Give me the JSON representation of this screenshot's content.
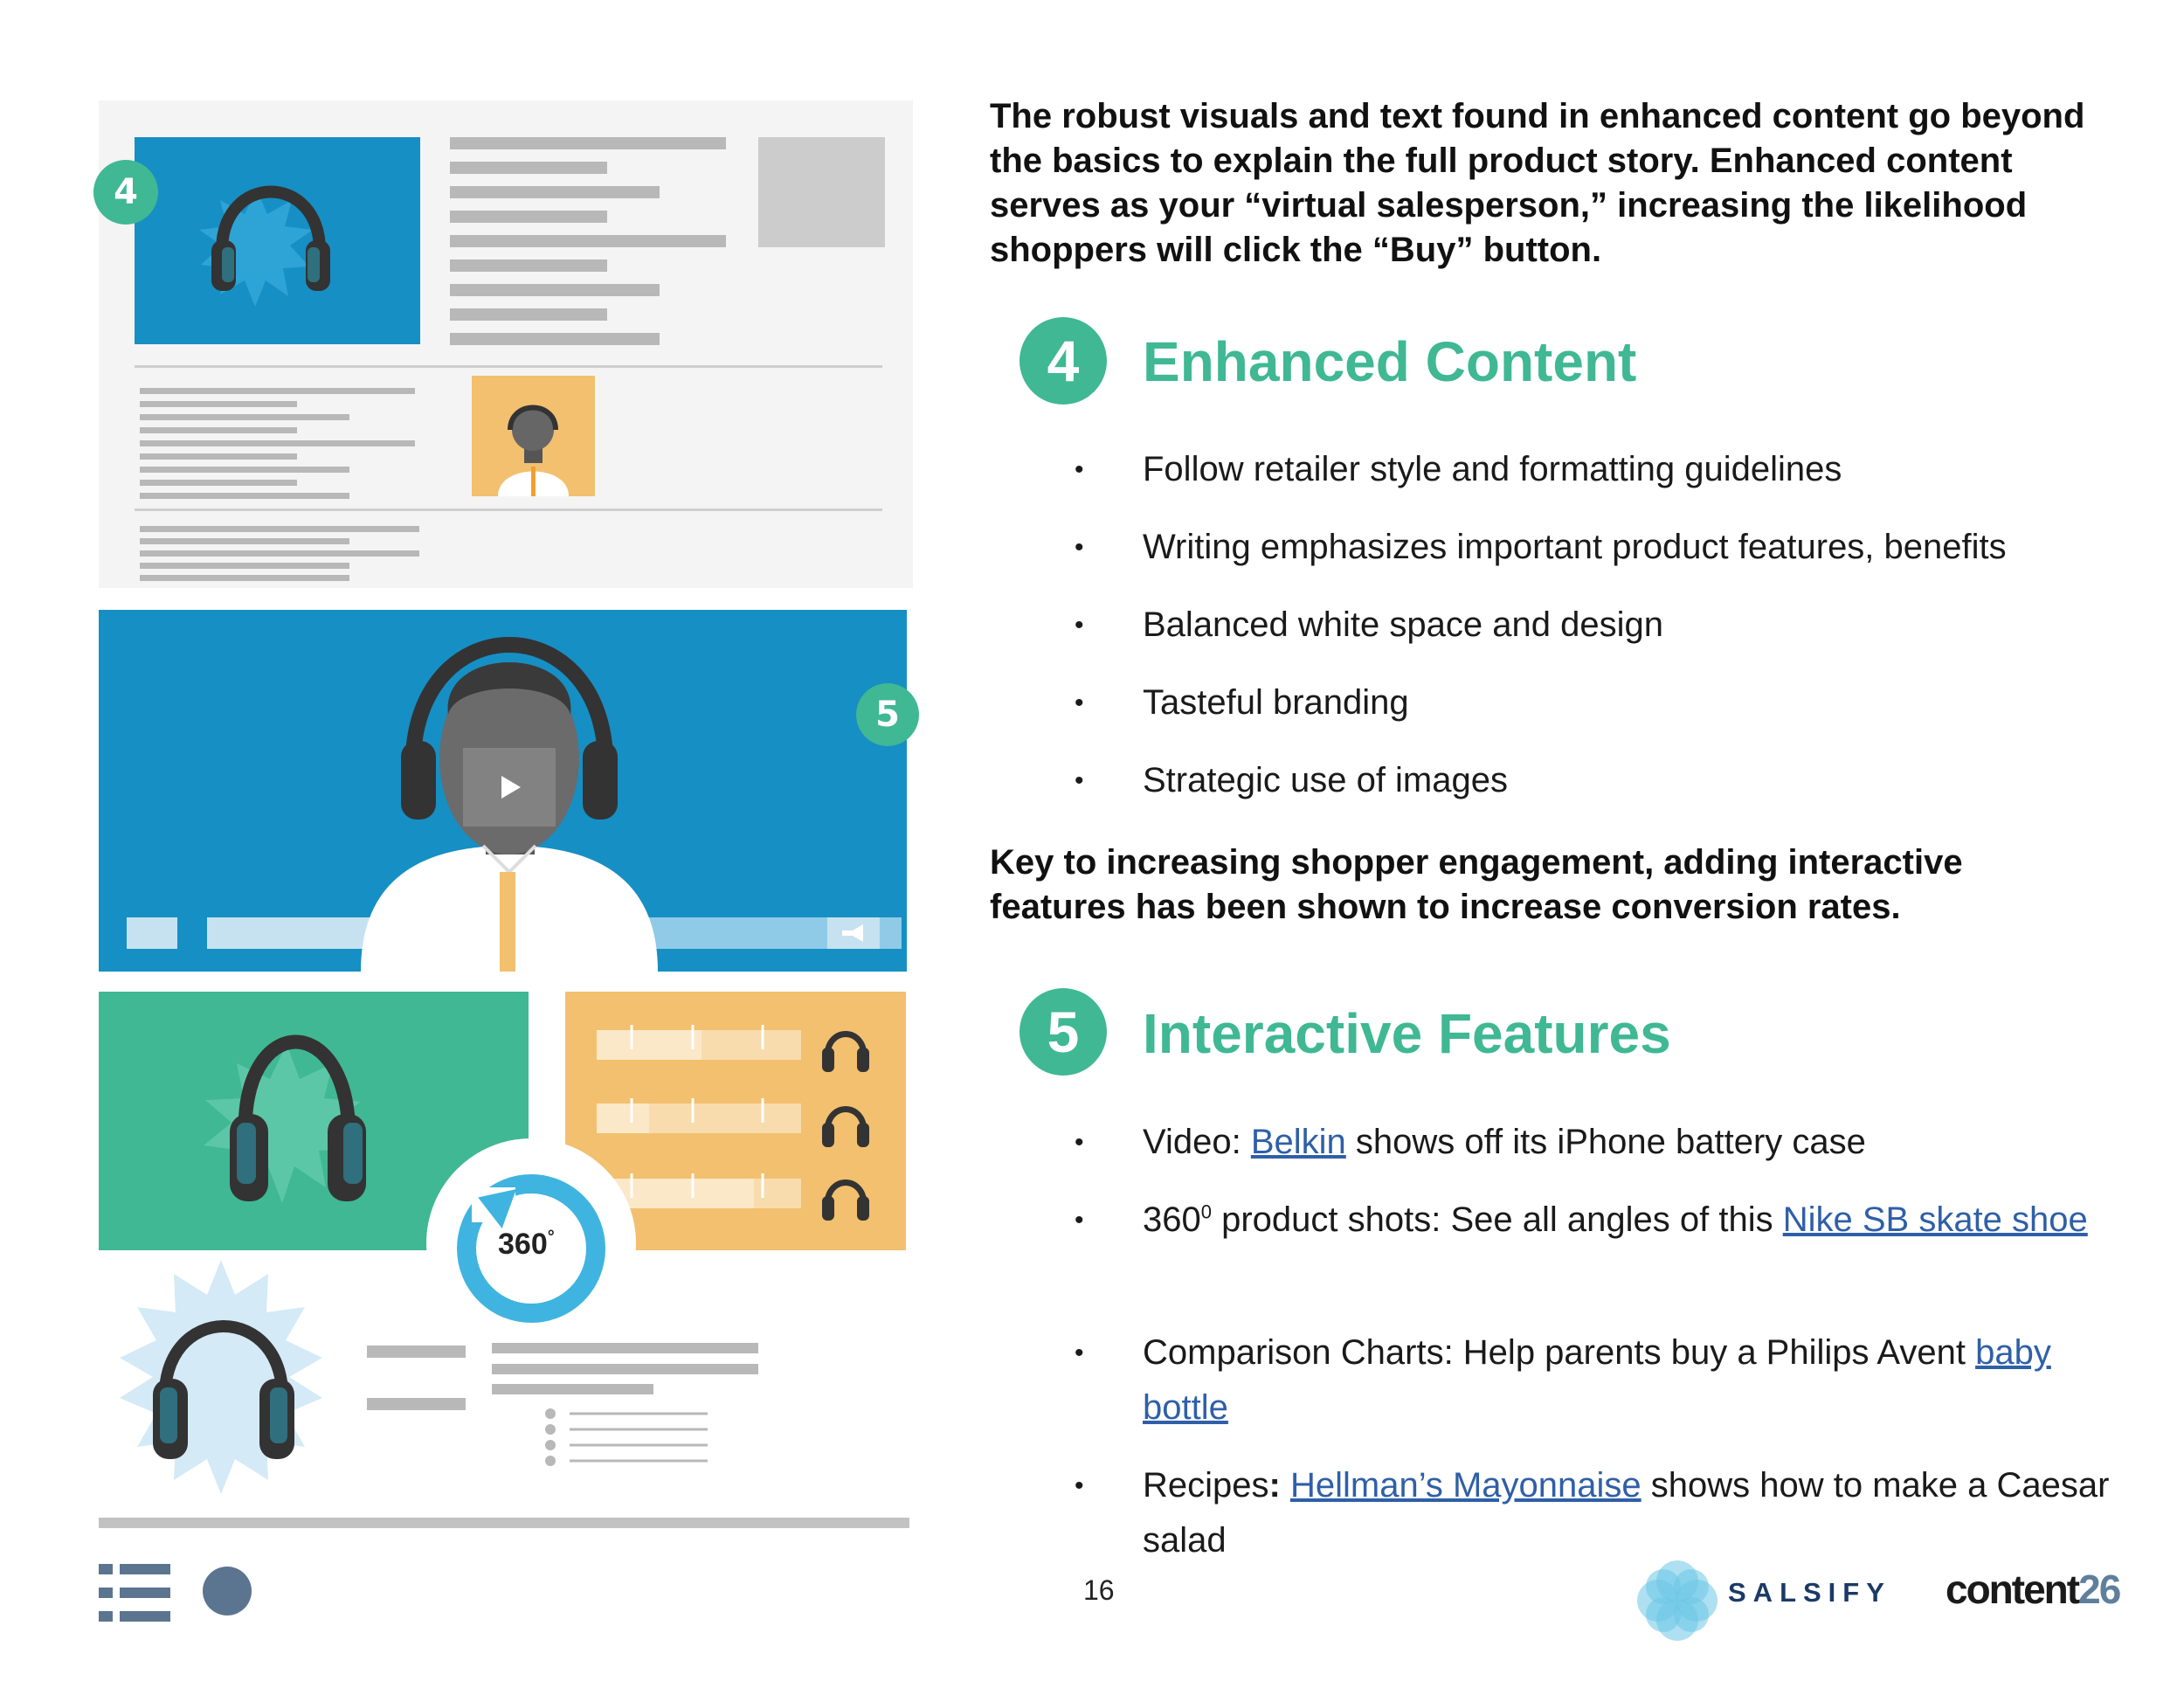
{
  "intro": "The robust visuals and text found in enhanced content go beyond the basics to explain the full product story. Enhanced content serves as your “virtual salesperson,” increasing the likelihood shoppers will click the “Buy” button.",
  "section4": {
    "number": "4",
    "title": "Enhanced Content",
    "bullets": [
      "Follow retailer style and formatting guidelines",
      "Writing emphasizes important product features, benefits",
      "Balanced white space and design",
      "Tasteful branding",
      "Strategic use of images"
    ]
  },
  "note": "Key to increasing shopper engagement, adding interactive features has been shown to increase conversion rates.",
  "section5": {
    "number": "5",
    "title": "Interactive Features",
    "b1": {
      "pre": "Video: ",
      "link": "Belkin",
      "post": " shows off its iPhone battery case"
    },
    "b2": {
      "pre": "360",
      "sup": "0",
      "mid": " product shots: See all angles of this ",
      "link": "Nike SB skate shoe"
    },
    "b3": {
      "pre": "Comparison Charts: Help parents buy a Philips Avent ",
      "link": "baby bottle"
    },
    "b4": {
      "pre": "Recipes",
      "colon": ":",
      "sp": " ",
      "link": "Hellman’s Mayonnaise",
      "post": " shows how to make a Caesar salad"
    }
  },
  "illustration": {
    "badge4": "4",
    "badge5": "5",
    "rotate_label": "360",
    "rotate_sup": "°"
  },
  "footer": {
    "page_number": "16",
    "salsify": "SALSIFY",
    "content": "content",
    "content_num": "26"
  },
  "colors": {
    "accent_green": "#3fb893",
    "blue": "#168fc4",
    "orange": "#f2c06f",
    "link": "#2f5fa8"
  },
  "icons": [
    "headphones-icon",
    "play-icon",
    "megaphone-icon",
    "rotate-360-icon",
    "list-menu-icon",
    "page-dot-icon",
    "salsify-flower-logo"
  ]
}
